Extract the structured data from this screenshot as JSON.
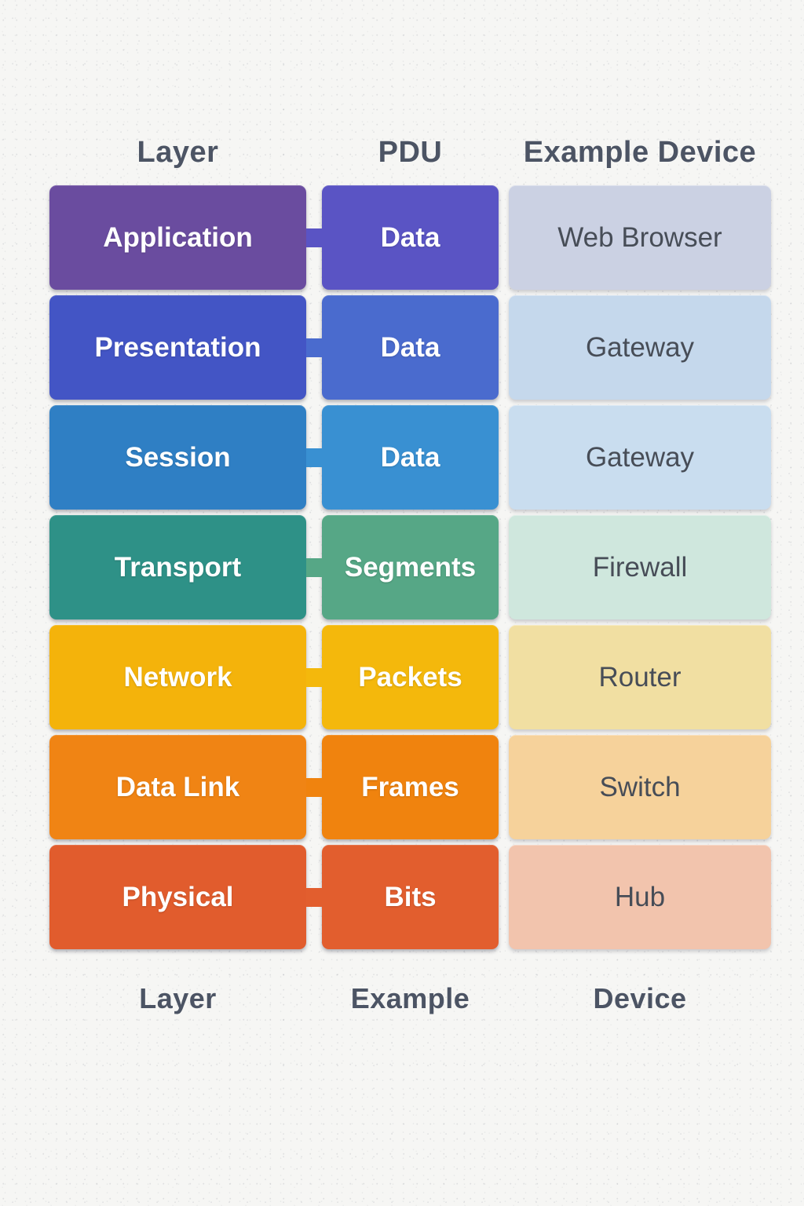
{
  "header_row": {
    "layer": "Layer",
    "pdu": "PDU",
    "device": "Example Device"
  },
  "footer_row": {
    "layer": "Layer",
    "pdu": "Example",
    "device": "Device"
  },
  "header_text_color": "#4c5464",
  "device_text_color": "#474d57",
  "rows": [
    {
      "layer": {
        "label": "Application",
        "color": "#6a4c9f"
      },
      "pdu": {
        "label": "Data",
        "color": "#5a54c4"
      },
      "device": {
        "label": "Web Browser",
        "color": "#cbd1e3"
      }
    },
    {
      "layer": {
        "label": "Presentation",
        "color": "#4355c5"
      },
      "pdu": {
        "label": "Data",
        "color": "#4a6bce"
      },
      "device": {
        "label": "Gateway",
        "color": "#c5d8ec"
      }
    },
    {
      "layer": {
        "label": "Session",
        "color": "#2f7fc4"
      },
      "pdu": {
        "label": "Data",
        "color": "#3990d2"
      },
      "device": {
        "label": "Gateway",
        "color": "#c9ddef"
      }
    },
    {
      "layer": {
        "label": "Transport",
        "color": "#2e9187"
      },
      "pdu": {
        "label": "Segments",
        "color": "#56a786"
      },
      "device": {
        "label": "Firewall",
        "color": "#cfe7dd"
      }
    },
    {
      "layer": {
        "label": "Network",
        "color": "#f4b30b"
      },
      "pdu": {
        "label": "Packets",
        "color": "#f4b80c"
      },
      "device": {
        "label": "Router",
        "color": "#f1dfa2"
      }
    },
    {
      "layer": {
        "label": "Data Link",
        "color": "#f08414"
      },
      "pdu": {
        "label": "Frames",
        "color": "#f0830e"
      },
      "device": {
        "label": "Switch",
        "color": "#f6d29b"
      }
    },
    {
      "layer": {
        "label": "Physical",
        "color": "#e15c2d"
      },
      "pdu": {
        "label": "Bits",
        "color": "#e25e2e"
      },
      "device": {
        "label": "Hub",
        "color": "#f2c4ad"
      }
    }
  ]
}
